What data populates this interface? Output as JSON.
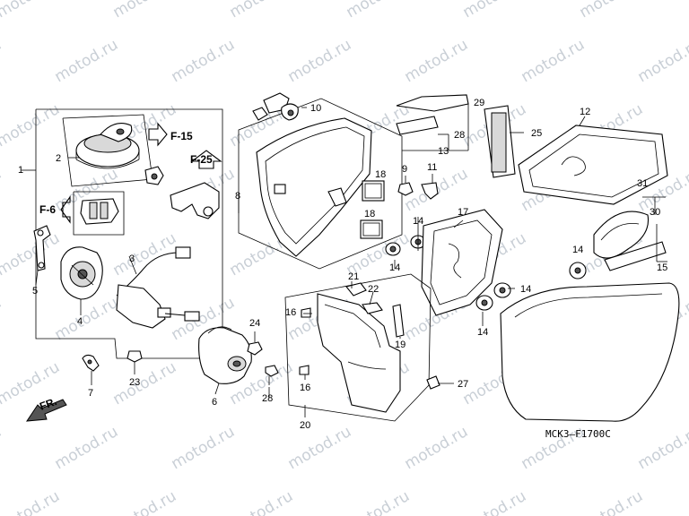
{
  "watermark": "motod.ru",
  "diagram_code": "MCK3—F1700C",
  "front_label": "FR.",
  "refs": {
    "f15": "F-15",
    "f25": "F-25",
    "f6": "F-6"
  },
  "callouts": {
    "c1": "1",
    "c2": "2",
    "c3": "3",
    "c4": "4",
    "c5": "5",
    "c6": "6",
    "c7": "7",
    "c8": "8",
    "c9": "9",
    "c10": "10",
    "c11": "11",
    "c12": "12",
    "c13": "13",
    "c14a": "14",
    "c14b": "14",
    "c14c": "14",
    "c14d": "14",
    "c14e": "14",
    "c15": "15",
    "c16a": "16",
    "c16b": "16",
    "c17": "17",
    "c18a": "18",
    "c18b": "18",
    "c19": "19",
    "c20": "20",
    "c21": "21",
    "c22": "22",
    "c23": "23",
    "c24": "24",
    "c25": "25",
    "c27": "27",
    "c28a": "28",
    "c28b": "28",
    "c29": "29",
    "c30": "30",
    "c31": "31"
  }
}
